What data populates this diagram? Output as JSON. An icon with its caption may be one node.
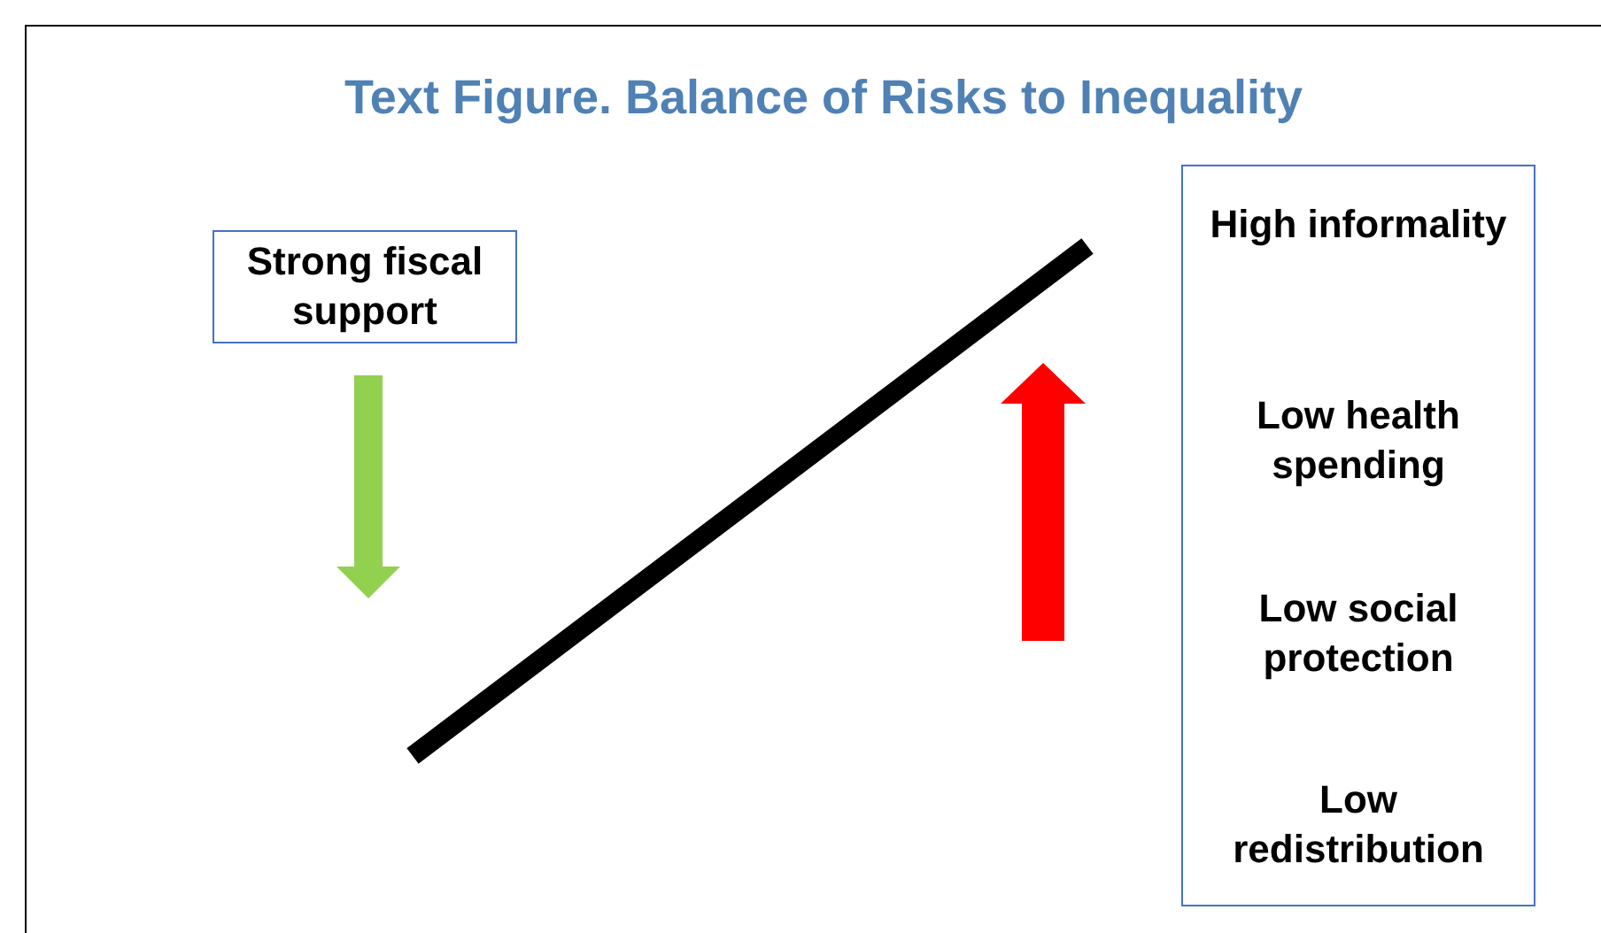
{
  "diagram": {
    "title": "Text Figure. Balance of Risks to Inequality",
    "nodes": [
      {
        "text": [
          "Strong fiscal support"
        ]
      },
      {
        "text": [
          "High informality",
          "Low health spending",
          "Low social protection",
          "Low redistribution"
        ]
      }
    ],
    "edges": []
  }
}
